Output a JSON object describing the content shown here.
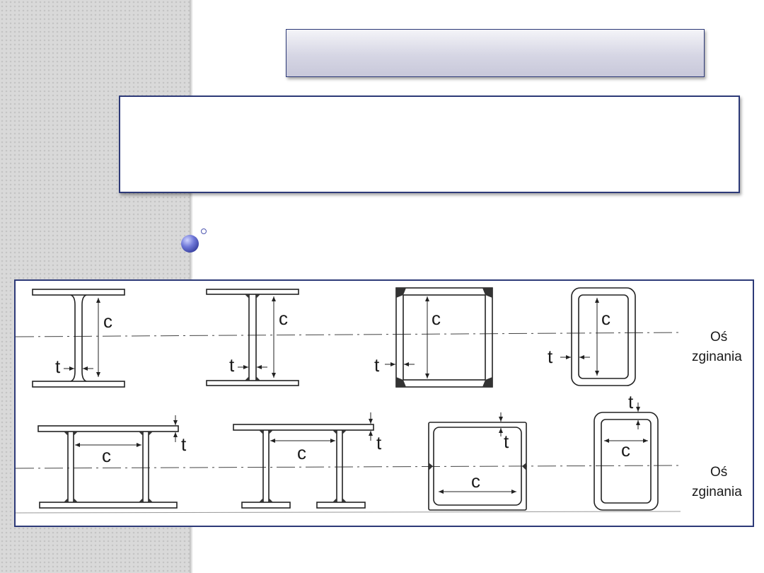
{
  "diagram": {
    "labels": {
      "c": "c",
      "t": "t",
      "axis_line1": "Oś",
      "axis_line2": "zginania"
    }
  }
}
